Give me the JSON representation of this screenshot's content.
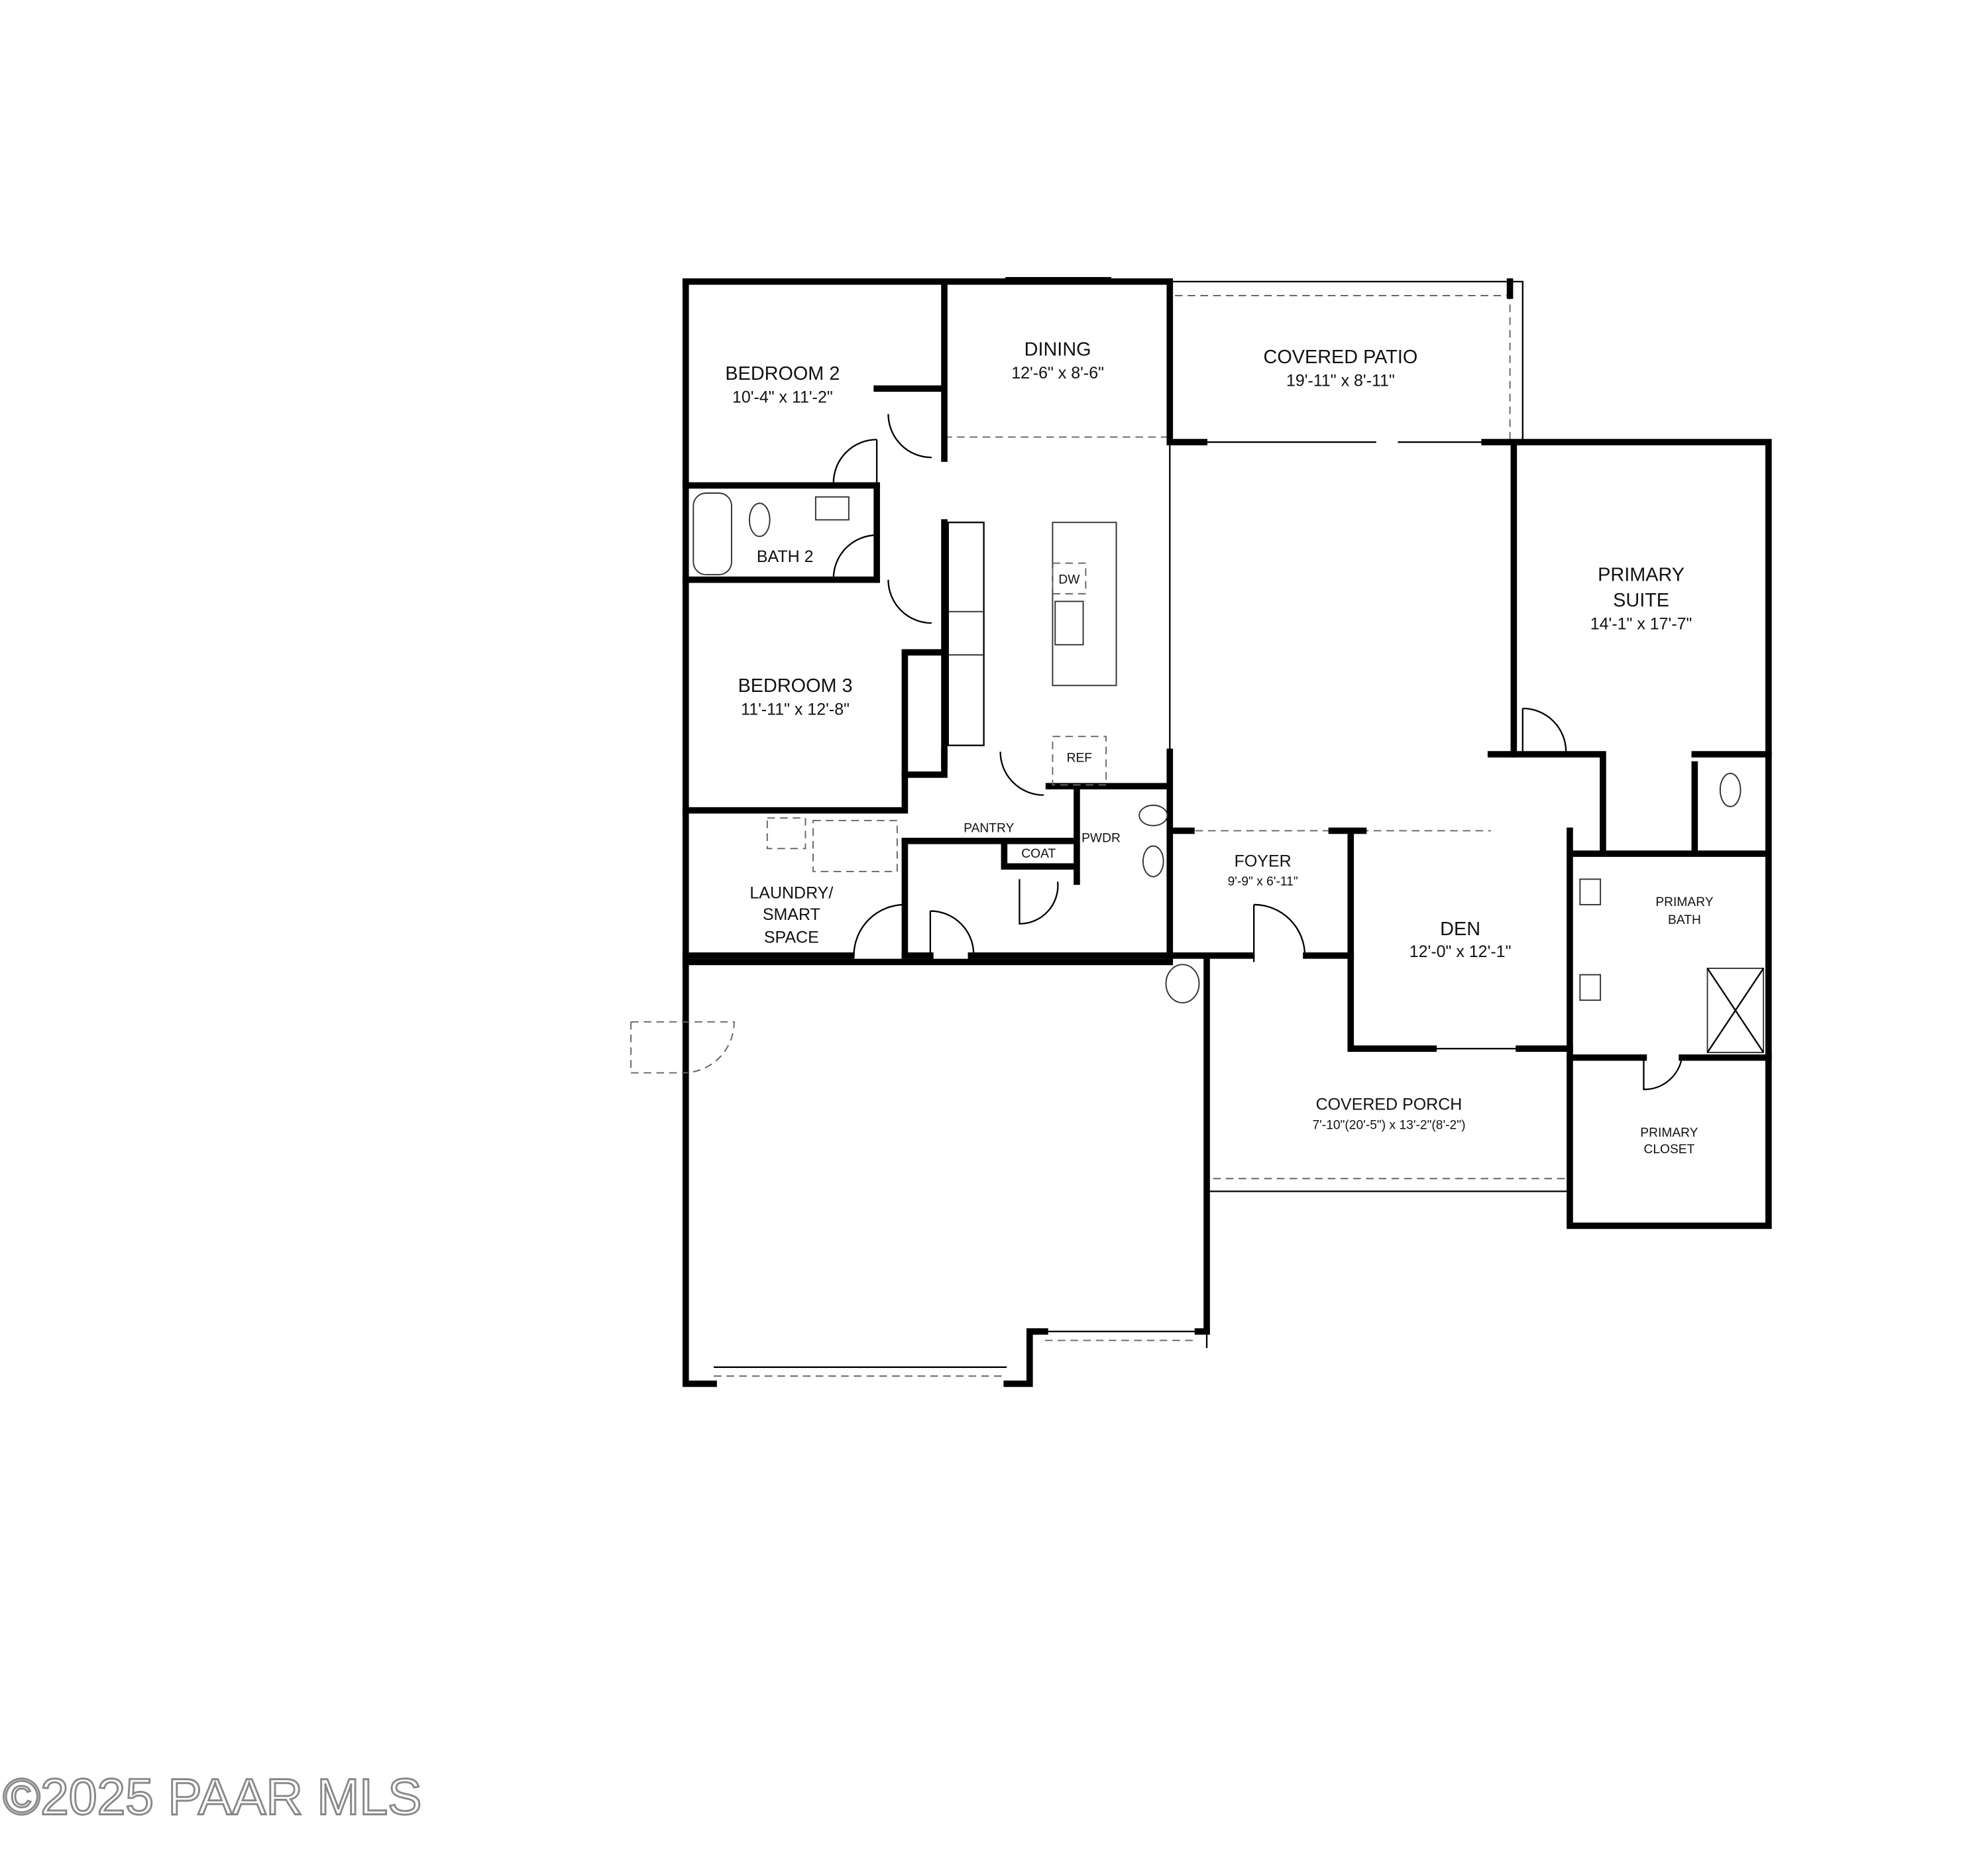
{
  "rooms": {
    "bedroom2": {
      "name": "BEDROOM 2",
      "size": "10'-4\" x 11'-2\""
    },
    "dining": {
      "name": "DINING",
      "size": "12'-6\" x 8'-6\""
    },
    "patio": {
      "name": "COVERED PATIO",
      "size": "19'-11\" x 8'-11\""
    },
    "bath2": {
      "name": "BATH 2"
    },
    "primary_suite": {
      "name1": "PRIMARY",
      "name2": "SUITE",
      "size": "14'-1\" x 17'-7\""
    },
    "bedroom3": {
      "name": "BEDROOM 3",
      "size": "11'-11\" x 12'-8\""
    },
    "pantry": {
      "name": "PANTRY"
    },
    "pwdr": {
      "name": "PWDR"
    },
    "coat": {
      "name": "COAT"
    },
    "foyer": {
      "name": "FOYER",
      "size": "9'-9\" x 6'-11\""
    },
    "laundry": {
      "name1": "LAUNDRY/",
      "name2": "SMART",
      "name3": "SPACE"
    },
    "den": {
      "name": "DEN",
      "size": "12'-0\" x 12'-1\""
    },
    "primary_bath": {
      "name1": "PRIMARY",
      "name2": "BATH"
    },
    "porch": {
      "name": "COVERED PORCH",
      "size": "7'-10\"(20'-5\") x 13'-2\"(8'-2\")"
    },
    "primary_closet": {
      "name1": "PRIMARY",
      "name2": "CLOSET"
    }
  },
  "fixtures": {
    "dw": "DW",
    "ref": "REF"
  },
  "watermark": "©2025 PAAR MLS"
}
